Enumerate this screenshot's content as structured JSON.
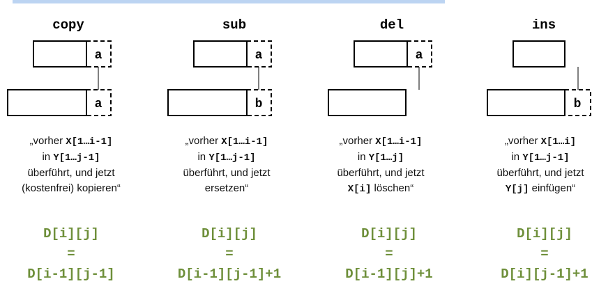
{
  "columns": [
    {
      "title": "copy",
      "top_letter": "a",
      "bottom_letter": "a",
      "description": [
        [
          "„vorher ",
          "",
          "X[1…i-1]",
          ""
        ],
        [
          "in ",
          "",
          "Y[1…j-1]",
          ""
        ],
        [
          "überführt, und jetzt",
          "",
          "",
          ""
        ],
        [
          "(kostenfrei) kopieren“",
          "",
          "",
          ""
        ]
      ],
      "formula": [
        "D[i][j]",
        "=",
        "D[i-1][j-1]"
      ]
    },
    {
      "title": "sub",
      "top_letter": "a",
      "bottom_letter": "b",
      "description": [
        [
          "„vorher ",
          "",
          "X[1…i-1]",
          ""
        ],
        [
          "in ",
          "",
          "Y[1…j-1]",
          ""
        ],
        [
          "überführt, und jetzt",
          "",
          "",
          ""
        ],
        [
          "ersetzen“",
          "",
          "",
          ""
        ]
      ],
      "formula": [
        "D[i][j]",
        "=",
        "D[i-1][j-1]+1"
      ]
    },
    {
      "title": "del",
      "top_letter": "a",
      "bottom_letter": "",
      "description": [
        [
          "„vorher ",
          "",
          "X[1…i-1]",
          ""
        ],
        [
          "in ",
          "",
          "Y[1…j]",
          ""
        ],
        [
          "überführt, und jetzt",
          "",
          "",
          ""
        ],
        [
          "",
          "",
          "X[i]",
          " löschen“"
        ]
      ],
      "formula": [
        "D[i][j]",
        "=",
        "D[i-1][j]+1"
      ]
    },
    {
      "title": "ins",
      "top_letter": "",
      "bottom_letter": "b",
      "description": [
        [
          "„vorher ",
          "",
          "X[1…i]",
          ""
        ],
        [
          "in ",
          "",
          "Y[1…j-1]",
          ""
        ],
        [
          "überführt, und jetzt",
          "",
          "",
          ""
        ],
        [
          "",
          "",
          "Y[j]",
          " einfügen“"
        ]
      ],
      "formula": [
        "D[i][j]",
        "=",
        "D[i][j-1]+1"
      ]
    }
  ]
}
